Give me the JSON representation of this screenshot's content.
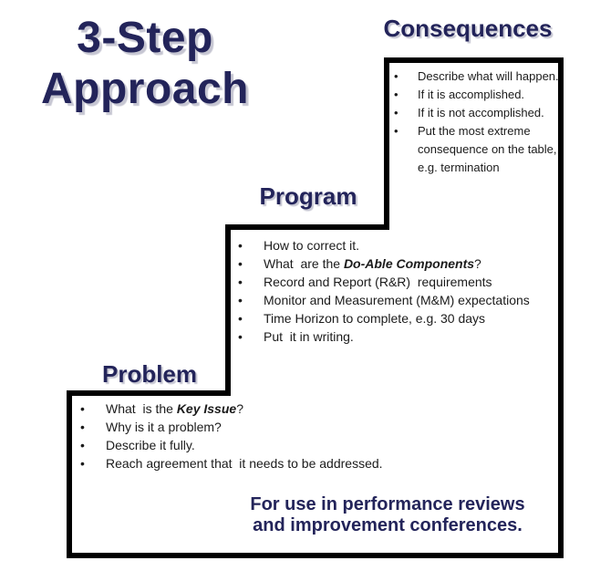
{
  "title": {
    "line1": "3-Step",
    "line2": "Approach"
  },
  "bullet_char": "•",
  "steps": {
    "consequences": {
      "heading": "Consequences",
      "bullets": [
        {
          "text": "Describe what will happen."
        },
        {
          "text": "If it is accomplished."
        },
        {
          "text": "If it is not accomplished."
        },
        {
          "text": "Put the most extreme consequence on the table, e.g. termination"
        }
      ]
    },
    "program": {
      "heading": "Program",
      "bullets": [
        {
          "text": "How to correct it."
        },
        {
          "prefix": "What  are the ",
          "em": "Do-Able Components",
          "suffix": "?"
        },
        {
          "text": "Record and Report (R&R)  requirements"
        },
        {
          "text": "Monitor and Measurement (M&M) expectations"
        },
        {
          "text": "Time Horizon to complete, e.g. 30 days"
        },
        {
          "text": "Put  it in writing."
        }
      ]
    },
    "problem": {
      "heading": "Problem",
      "bullets": [
        {
          "prefix": "What  is the ",
          "em": "Key Issue",
          "suffix": "?"
        },
        {
          "text": "Why is it a problem?"
        },
        {
          "text": "Describe it fully."
        },
        {
          "text": "Reach agreement that  it needs to be addressed."
        }
      ]
    }
  },
  "footer": {
    "line1": "For use in performance reviews",
    "line2": "and improvement conferences."
  },
  "colors": {
    "heading_navy": "#23245a",
    "body_text": "#1b1b1b",
    "outline_black": "#000000",
    "background": "#ffffff"
  }
}
